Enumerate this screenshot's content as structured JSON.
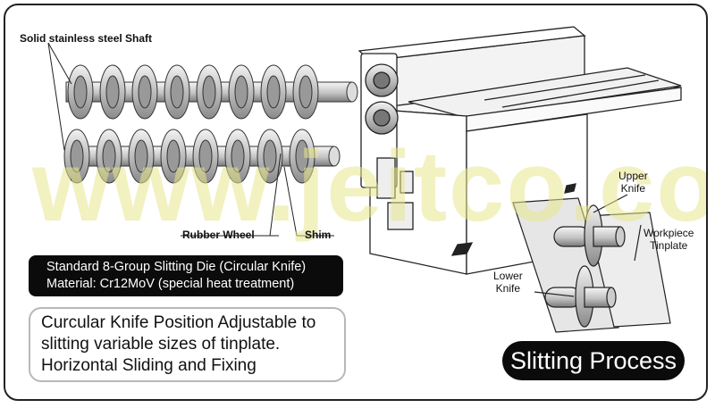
{
  "labels": {
    "shaft": "Solid stainless steel Shaft",
    "rubber_wheel": "Rubber Wheel",
    "shim": "Shim",
    "upper_knife": [
      "Upper",
      "Knife"
    ],
    "lower_knife": [
      "Lower",
      "Knife"
    ],
    "workpiece": [
      "Workpiece",
      "Tinplate"
    ]
  },
  "spec": {
    "line1": "Standard 8-Group Slitting Die (Circular Knife)",
    "line2": "Material: Cr12MoV (special heat treatment)"
  },
  "note": {
    "line1": "Curcular Knife Position Adjustable to",
    "line2": "slitting variable sizes of tinplate.",
    "line3": "Horizontal Sliding and Fixing"
  },
  "process_title": "Slitting Process",
  "watermark": "www.jeitco.com",
  "colors": {
    "border": "#222222",
    "box_dark": "#0b0b0b",
    "note_border": "#b8b8b8",
    "watermark": "#e8e58c",
    "metal": "#d9d9d9"
  },
  "icons": [
    "knife-roller-assembly-illustration",
    "slitting-machine-illustration",
    "slitting-process-illustration"
  ]
}
